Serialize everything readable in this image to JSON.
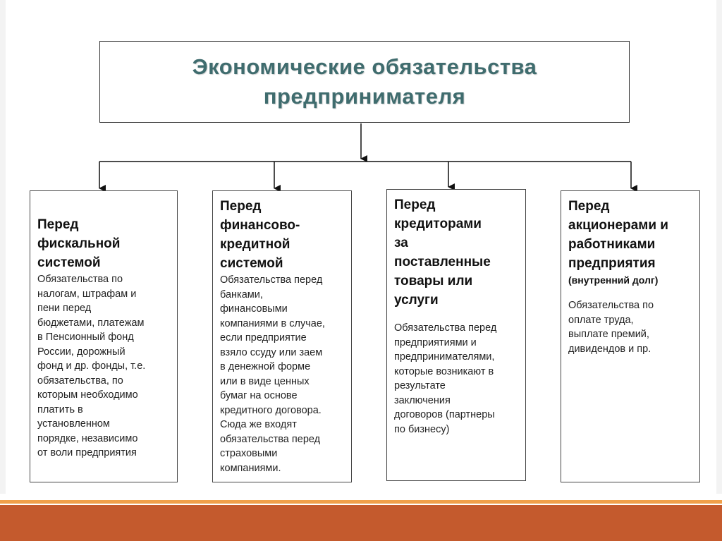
{
  "title": "Экономические обязательства\nпредпринимателя",
  "colors": {
    "title": "#3f6c6e",
    "footer_bar": "#c45a2d",
    "footer_stripe": "#f0a04a"
  },
  "boxes": [
    {
      "heading": "Перед\nфискальной\nсистемой",
      "body": "Обязательства по\nналогам, штрафам и\nпени перед\nбюджетами, платежам\nв Пенсионный фонд\nРоссии, дорожный\nфонд и др. фонды, т.е.\nобязательства, по\nкоторым необходимо\nплатить в\nустановленном\nпорядке, независимо\nот воли предприятия"
    },
    {
      "heading": "Перед\nфинансово-\nкредитной\nсистемой",
      "body": "Обязательства перед\nбанками,\nфинансовыми\nкомпаниями в случае,\nесли предприятие\nвзяло ссуду или заем\nв денежной форме\nили в виде ценных\nбумаг на основе\nкредитного договора.\nСюда же входят\nобязательства перед\nстраховыми\nкомпаниями."
    },
    {
      "heading": "Перед\nкредиторами\nза\nпоставленные\nтовары или\nуслуги",
      "body": "Обязательства перед\nпредприятиями и\nпредпринимателями,\nкоторые возникают в\nрезультате\nзаключения\nдоговоров (партнеры\nпо бизнесу)"
    },
    {
      "heading": "Перед\nакционерами и\nработниками\nпредприятия",
      "subheading": "(внутренний долг)",
      "body": "Обязательства по\nоплате труда,\nвыплате премий,\nдивидендов и пр."
    }
  ]
}
